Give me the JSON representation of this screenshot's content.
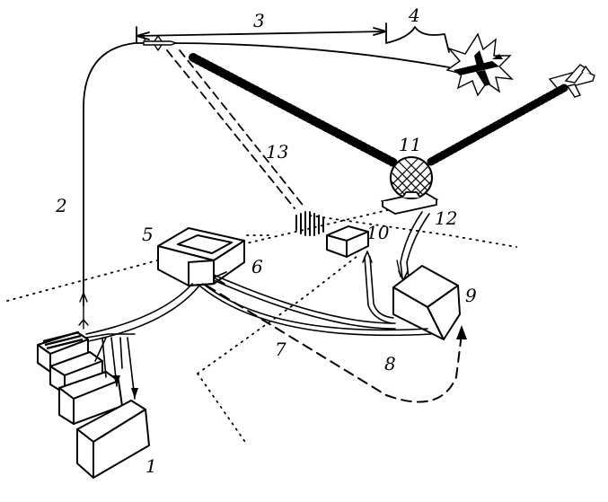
{
  "labels": {
    "n1": "1",
    "n2": "2",
    "n3": "3",
    "n4": "4",
    "n5": "5",
    "n6": "6",
    "n7": "7",
    "n8": "8",
    "n9": "9",
    "n10": "10",
    "n11": "11",
    "n12": "12",
    "n13": "13"
  },
  "colors": {
    "ink": "#000000",
    "paper": "#ffffff"
  },
  "icons": {
    "own_aircraft": "missile-carrier-aircraft-icon",
    "target_aircraft": "exploding-target-aircraft-icon",
    "approaching_aircraft": "approaching-aircraft-icon",
    "radar": "radar-antenna-icon"
  }
}
